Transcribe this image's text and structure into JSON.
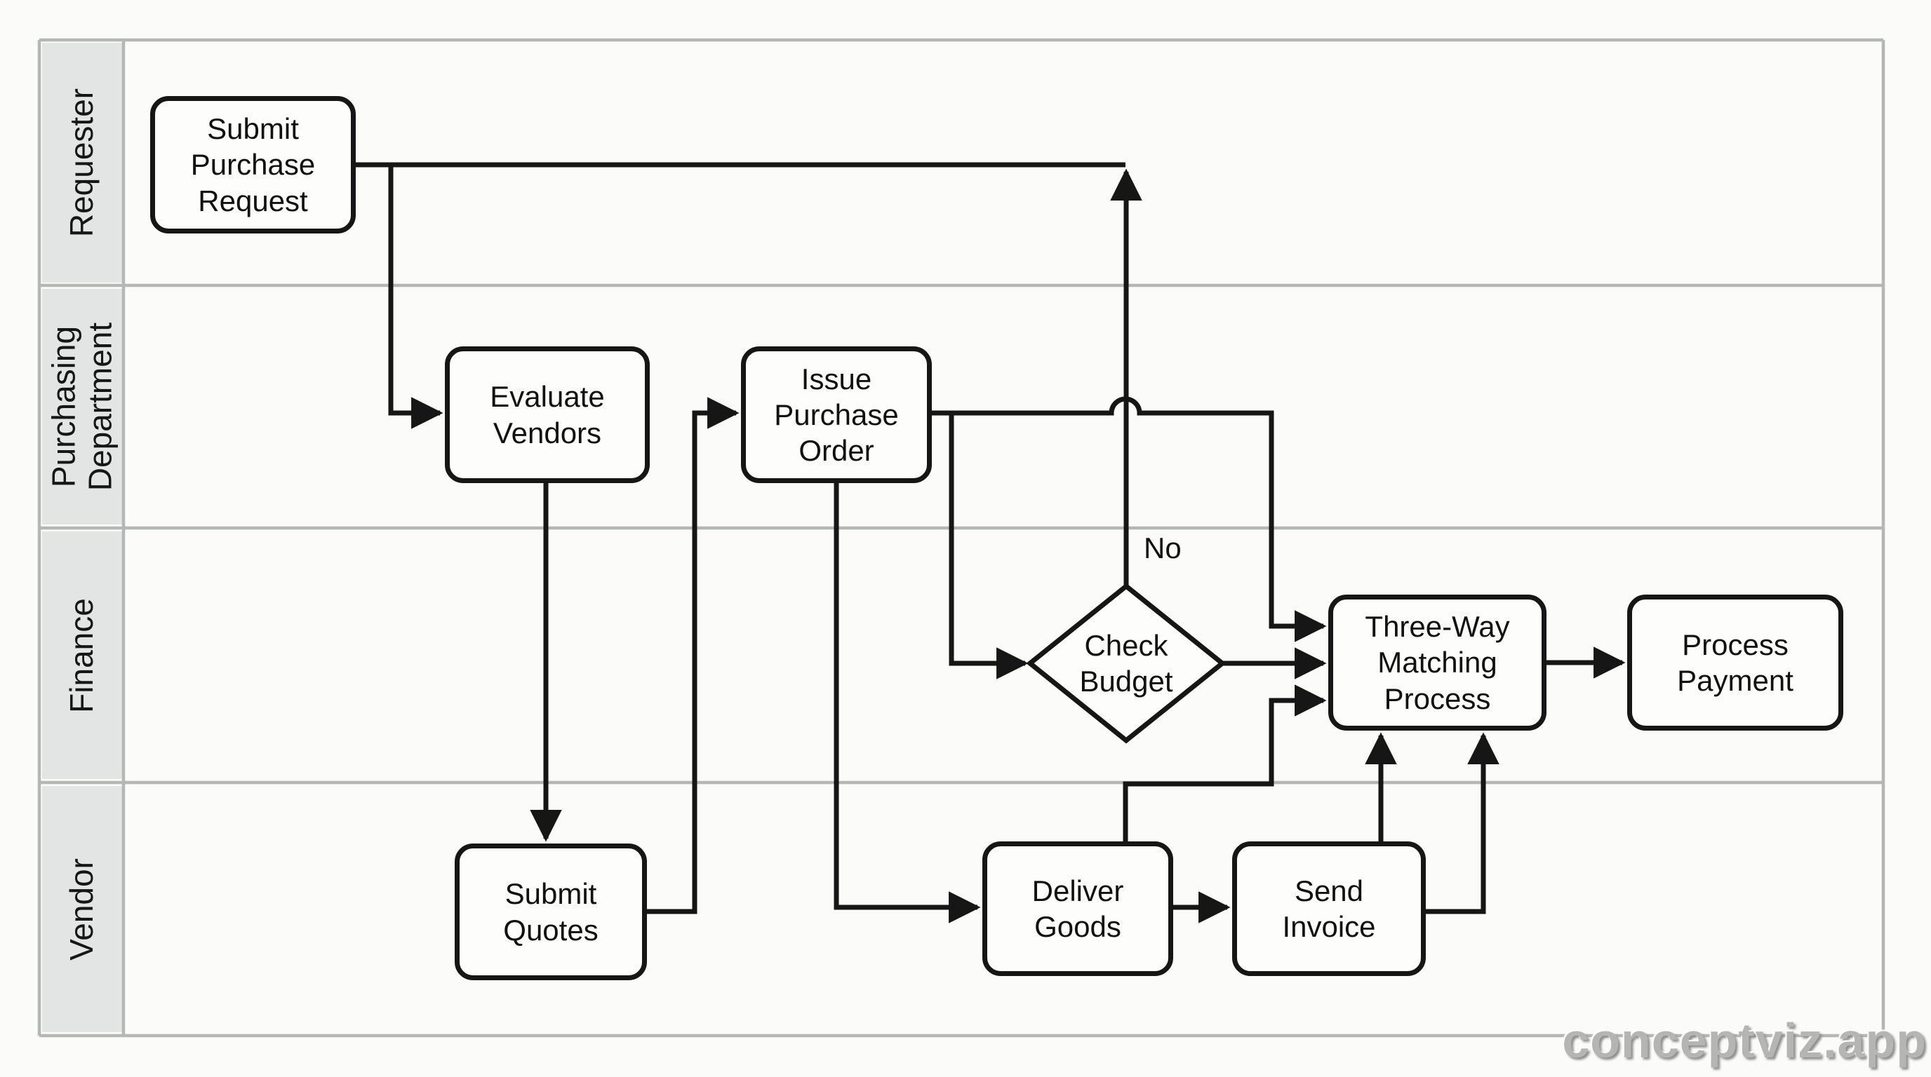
{
  "lanes": [
    {
      "label": "Requester"
    },
    {
      "label": "Purchasing\nDepartment"
    },
    {
      "label": "Finance"
    },
    {
      "label": "Vendor"
    }
  ],
  "nodes": {
    "submit_purchase_request": {
      "label": "Submit\nPurchase\nRequest",
      "lane": "Requester",
      "type": "process"
    },
    "evaluate_vendors": {
      "label": "Evaluate\nVendors",
      "lane": "Purchasing Department",
      "type": "process"
    },
    "issue_purchase_order": {
      "label": "Issue\nPurchase\nOrder",
      "lane": "Purchasing Department",
      "type": "process"
    },
    "check_budget": {
      "label": "Check\nBudget",
      "lane": "Finance",
      "type": "decision"
    },
    "three_way_matching": {
      "label": "Three-Way\nMatching\nProcess",
      "lane": "Finance",
      "type": "process"
    },
    "process_payment": {
      "label": "Process\nPayment",
      "lane": "Finance",
      "type": "process"
    },
    "submit_quotes": {
      "label": "Submit\nQuotes",
      "lane": "Vendor",
      "type": "process"
    },
    "deliver_goods": {
      "label": "Deliver\nGoods",
      "lane": "Vendor",
      "type": "process"
    },
    "send_invoice": {
      "label": "Send\nInvoice",
      "lane": "Vendor",
      "type": "process"
    }
  },
  "edge_labels": {
    "no": "No"
  },
  "watermark": "conceptviz.app",
  "colors": {
    "node_border": "#161616",
    "connector": "#161616",
    "lane_label_fill": "#e2e5e4",
    "grid_line": "#b3b7b6",
    "background": "#fbfbf9",
    "watermark_text": "#b5b5b3"
  }
}
